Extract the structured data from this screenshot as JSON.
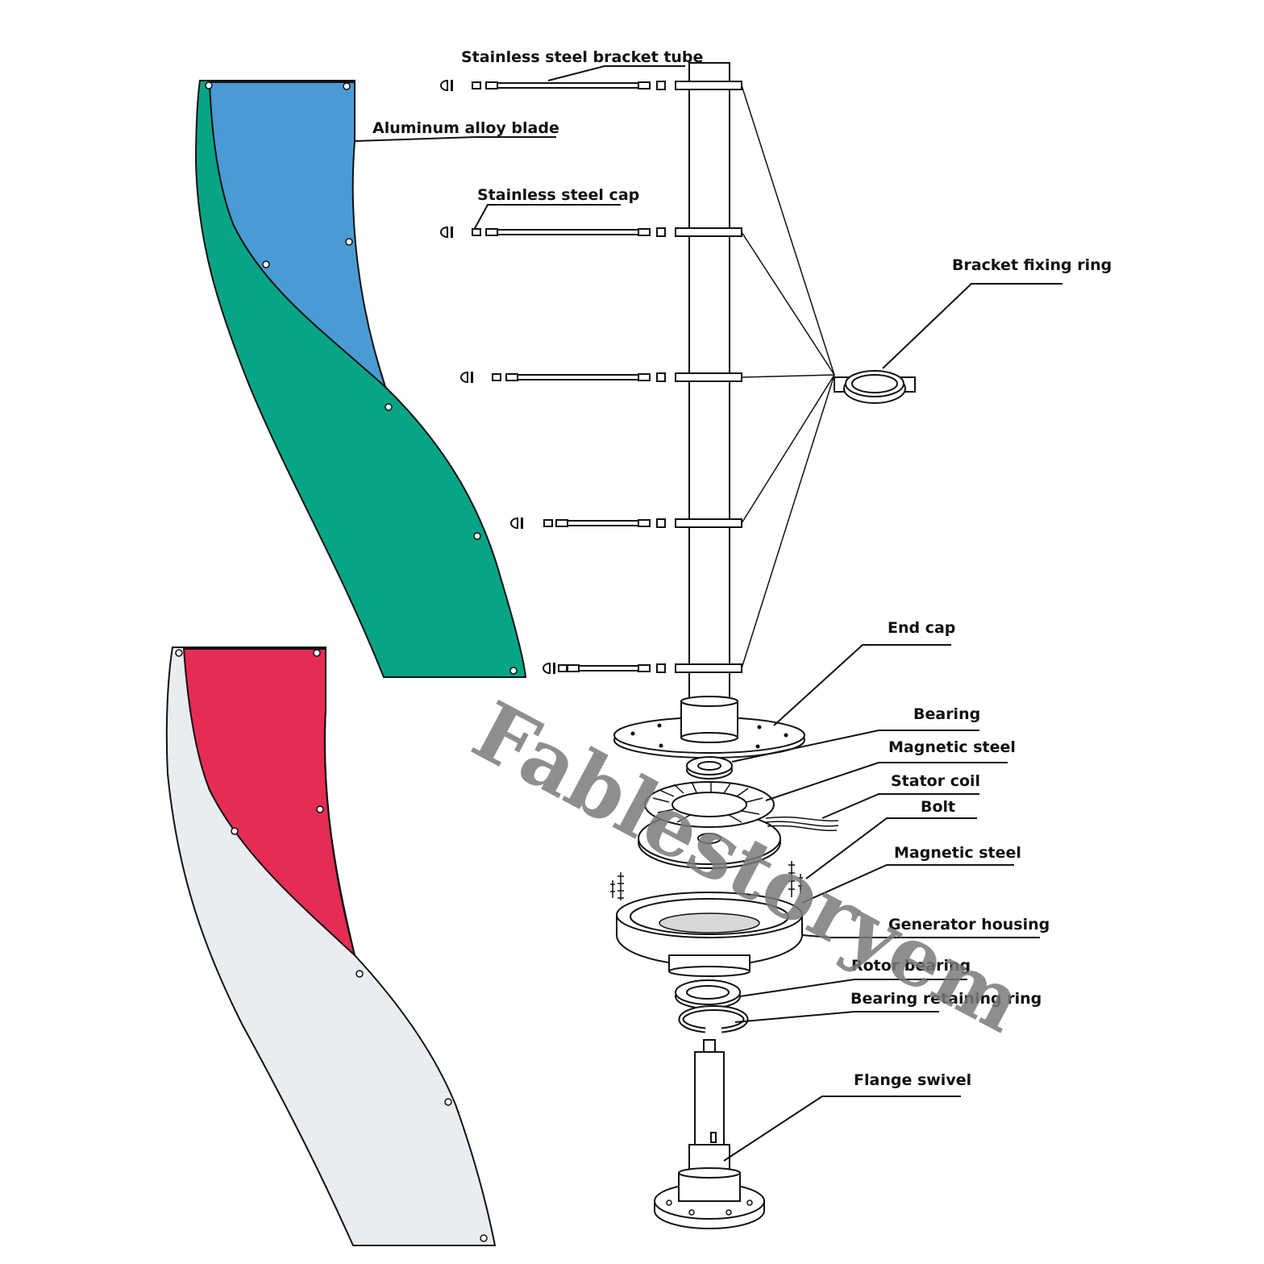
{
  "labels": {
    "bracket_tube": "Stainless steel bracket tube",
    "blade": "Aluminum alloy blade",
    "steel_cap": "Stainless steel cap",
    "fixing_ring": "Bracket fixing ring",
    "end_cap": "End cap",
    "bearing": "Bearing",
    "magnetic_steel_upper": "Magnetic steel",
    "stator_coil": "Stator coil",
    "bolt": "Bolt",
    "magnetic_steel_lower": "Magnetic steel",
    "generator_housing": "Generator housing",
    "rotor_bearing": "Rotor bearing",
    "retaining_ring": "Bearing retaining ring",
    "flange_swivel": "Flange swivel"
  },
  "watermark": "Fablestoryem",
  "colors": {
    "blade_upper_front": "#4a9bd4",
    "blade_upper_back": "#06a585",
    "blade_lower_front": "#e62c55",
    "blade_lower_back": "#e9ecf0",
    "line": "#111111"
  }
}
